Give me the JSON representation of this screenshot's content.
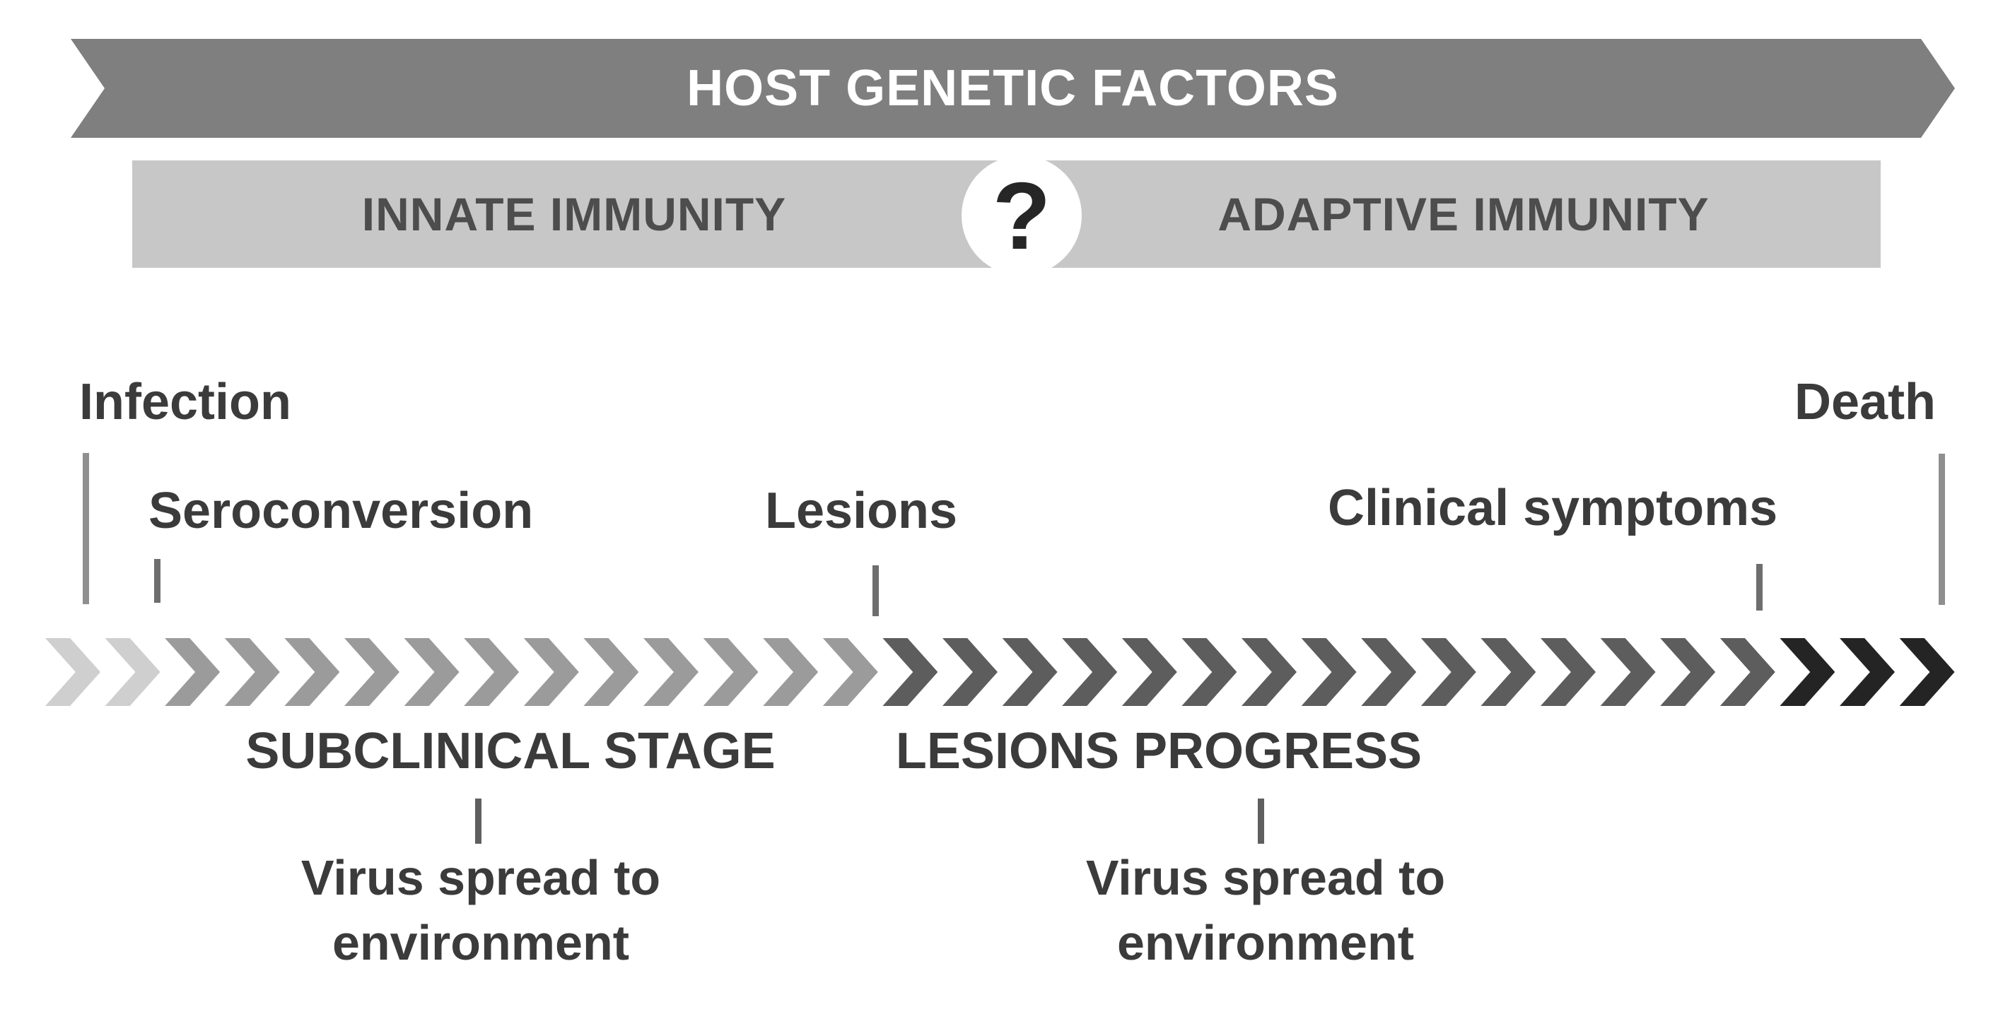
{
  "header": {
    "banner_label": "HOST GENETIC FACTORS"
  },
  "immunity": {
    "left_label": "INNATE IMMUNITY",
    "right_label": "ADAPTIVE IMMUNITY",
    "divider_symbol": "?"
  },
  "timeline": {
    "milestones": [
      {
        "label": "Infection",
        "tick": "long"
      },
      {
        "label": "Seroconversion",
        "tick": "short"
      },
      {
        "label": "Lesions",
        "tick": "short"
      },
      {
        "label": "Clinical symptoms",
        "tick": "short"
      },
      {
        "label": "Death",
        "tick": "long"
      }
    ]
  },
  "chevron_band": {
    "direction": "right",
    "segments": [
      {
        "count": 2,
        "color": "#cfcfcf"
      },
      {
        "count": 12,
        "color": "#9b9b9b"
      },
      {
        "count": 15,
        "color": "#5d5d5d"
      },
      {
        "count": 3,
        "color": "#242424"
      }
    ]
  },
  "stages": [
    {
      "title": "SUBCLINICAL STAGE",
      "annotation_lines": [
        "Virus spread to",
        "environment"
      ]
    },
    {
      "title": "LESIONS PROGRESS",
      "annotation_lines": [
        "Virus spread to",
        "environment"
      ]
    }
  ],
  "colors": {
    "banner_bg": "#7f7f7f",
    "banner_text": "#ffffff",
    "bar_bg": "#c7c7c7",
    "bar_text": "#4d4d4d",
    "label_text": "#3b3b3b",
    "long_tick": "#8f8f8f",
    "short_tick": "#6e6e6e"
  }
}
